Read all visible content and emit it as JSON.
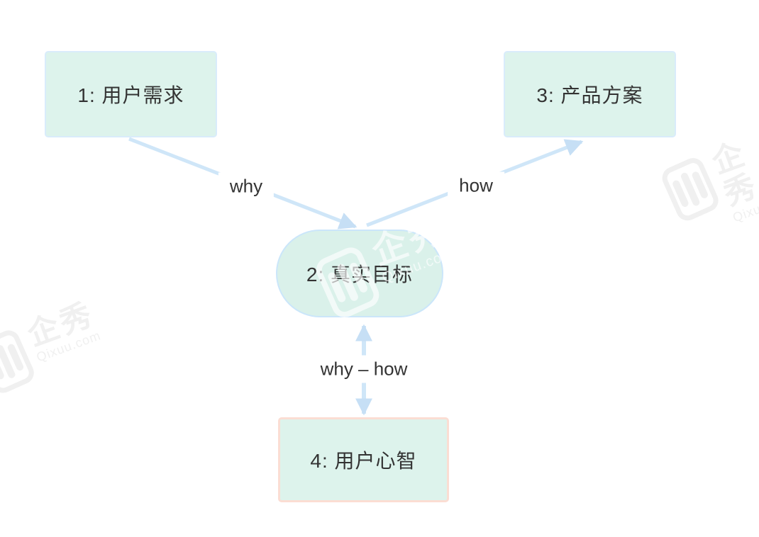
{
  "diagram": {
    "nodes": [
      {
        "id": "1",
        "label": "1: 用户需求",
        "shape": "rectangle",
        "fill": "#ddf3ec",
        "border": "#d9ecfb"
      },
      {
        "id": "2",
        "label": "2: 真实目标",
        "shape": "stadium",
        "fill": "#daf1ea",
        "border": "#cbe6fa"
      },
      {
        "id": "3",
        "label": "3: 产品方案",
        "shape": "rectangle",
        "fill": "#ddf3ec",
        "border": "#d9ecfb"
      },
      {
        "id": "4",
        "label": "4: 用户心智",
        "shape": "rectangle",
        "fill": "#ddf3ec",
        "border": "#fbddd3"
      }
    ],
    "edges": [
      {
        "from": "1",
        "to": "2",
        "label": "why",
        "arrows": "forward"
      },
      {
        "from": "2",
        "to": "3",
        "label": "how",
        "arrows": "forward"
      },
      {
        "from": "4",
        "to": "2",
        "label": "why – how",
        "arrows": "both"
      }
    ]
  },
  "watermark": {
    "brand": "企秀",
    "domain": "Qixuu.com"
  },
  "colors": {
    "background": "#ffffff",
    "node_fill": "#ddf3ec",
    "node_border_blue": "#d9ecfb",
    "node_border_pink": "#fbddd3",
    "edge_line": "#cfe6f8",
    "edge_arrow": "#c6dff5",
    "text": "#333333",
    "watermark_gray": "#f0f0f0"
  }
}
